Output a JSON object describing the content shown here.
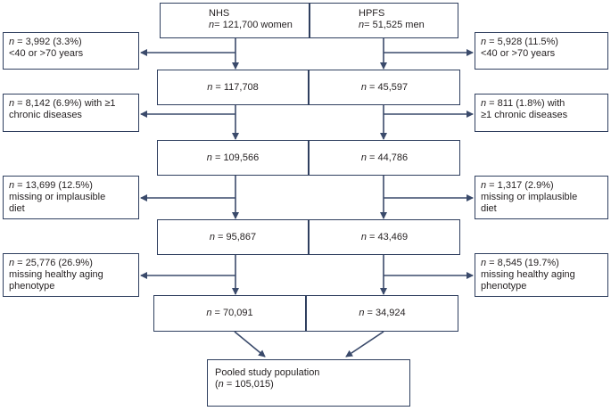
{
  "cohorts": {
    "nhs": {
      "name": "NHS",
      "count_label": "= 121,700 women"
    },
    "hpfs": {
      "name": "HPFS",
      "count_label": "= 51,525 men"
    }
  },
  "n_symbol": "n",
  "exclusions": {
    "nhs": [
      {
        "line1": " = 3,992 (3.3%)",
        "line2": "<40 or >70 years"
      },
      {
        "line1": " = 8,142 (6.9%) with ≥1",
        "line2": "chronic diseases"
      },
      {
        "line1": " = 13,699 (12.5%)",
        "line2": "missing or implausible",
        "line3": "diet"
      },
      {
        "line1": " = 25,776 (26.9%)",
        "line2": "missing healthy aging",
        "line3": "phenotype"
      }
    ],
    "hpfs": [
      {
        "line1": " = 5,928 (11.5%)",
        "line2": "<40 or >70 years"
      },
      {
        "line1": " = 811 (1.8%) with",
        "line2": "≥1 chronic diseases"
      },
      {
        "line1": " = 1,317 (2.9%)",
        "line2": "missing or implausible",
        "line3": "diet"
      },
      {
        "line1": " = 8,545 (19.7%)",
        "line2": "missing healthy aging",
        "line3": "phenotype"
      }
    ]
  },
  "remaining": {
    "nhs": [
      " = 117,708",
      " = 109,566",
      " = 95,867",
      " = 70,091"
    ],
    "hpfs": [
      " = 45,597",
      " = 44,786",
      " = 43,469",
      " = 34,924"
    ]
  },
  "pooled": {
    "title": "Pooled study population",
    "count_prefix": "(",
    "count_value": " = 105,015)"
  },
  "colors": {
    "line": "#3a4a6b",
    "border": "#2f3f5f",
    "text": "#231f20"
  }
}
